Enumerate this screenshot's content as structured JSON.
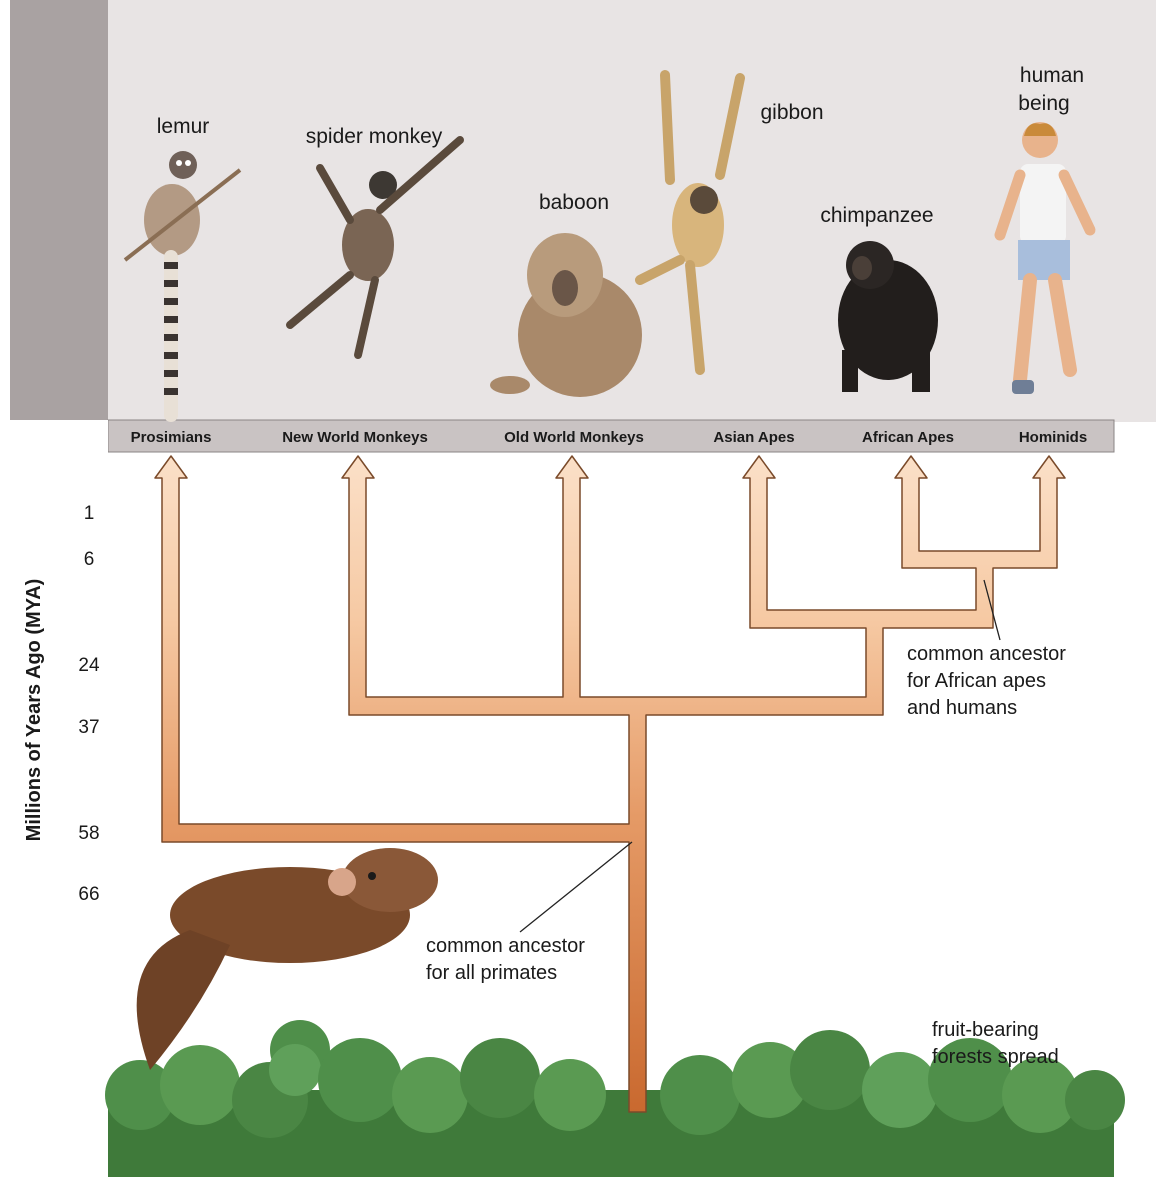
{
  "animals": {
    "lemur": "lemur",
    "spider_monkey": "spider monkey",
    "baboon": "baboon",
    "gibbon": "gibbon",
    "chimpanzee": "chimpanzee",
    "human_line1": "human",
    "human_line2": "being"
  },
  "groups": [
    "Prosimians",
    "New World Monkeys",
    "Old World Monkeys",
    "Asian Apes",
    "African Apes",
    "Hominids"
  ],
  "axis": {
    "title": "Millions of Years Ago (MYA)",
    "ticks": [
      "1",
      "6",
      "24",
      "37",
      "58",
      "66"
    ]
  },
  "callouts": {
    "african_line1": "common ancestor",
    "african_line2": "for African apes",
    "african_line3": "and humans",
    "primates_line1": "common ancestor",
    "primates_line2": "for all primates",
    "forest_line1": "fruit-bearing",
    "forest_line2": "forests spread"
  },
  "colors": {
    "branch_dark": "#d5804a",
    "branch_light": "#f9d3b2",
    "branch_outline": "#7a4a2a",
    "sidebar": "#a9a2a2",
    "header_bg": "#e8e4e4",
    "group_bar": "#c9c3c3",
    "forest": "#4f8f4a"
  }
}
